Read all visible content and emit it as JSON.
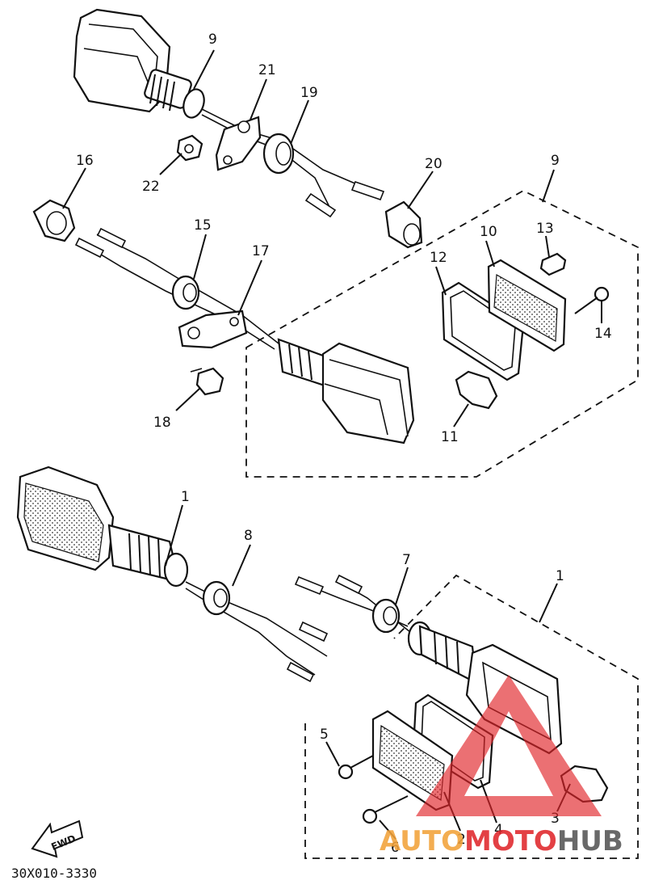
{
  "diagram": {
    "drawing_code": "30X010-3330",
    "direction_label": "FWD",
    "callouts": {
      "c1a": "1",
      "c1b": "1",
      "c2": "2",
      "c3": "3",
      "c4": "4",
      "c5": "5",
      "c6": "6",
      "c7": "7",
      "c8": "8",
      "c9a": "9",
      "c9b": "9",
      "c10": "10",
      "c11": "11",
      "c12": "12",
      "c13": "13",
      "c14": "14",
      "c15": "15",
      "c16": "16",
      "c17": "17",
      "c18": "18",
      "c19": "19",
      "c20": "20",
      "c21": "21",
      "c22": "22"
    }
  },
  "watermark": {
    "part1": "AUTO",
    "part2": "MOTO",
    "part3": "HUB",
    "colors": {
      "orange": "#f2a23a",
      "red": "#e0262b",
      "gray": "#555555"
    }
  }
}
